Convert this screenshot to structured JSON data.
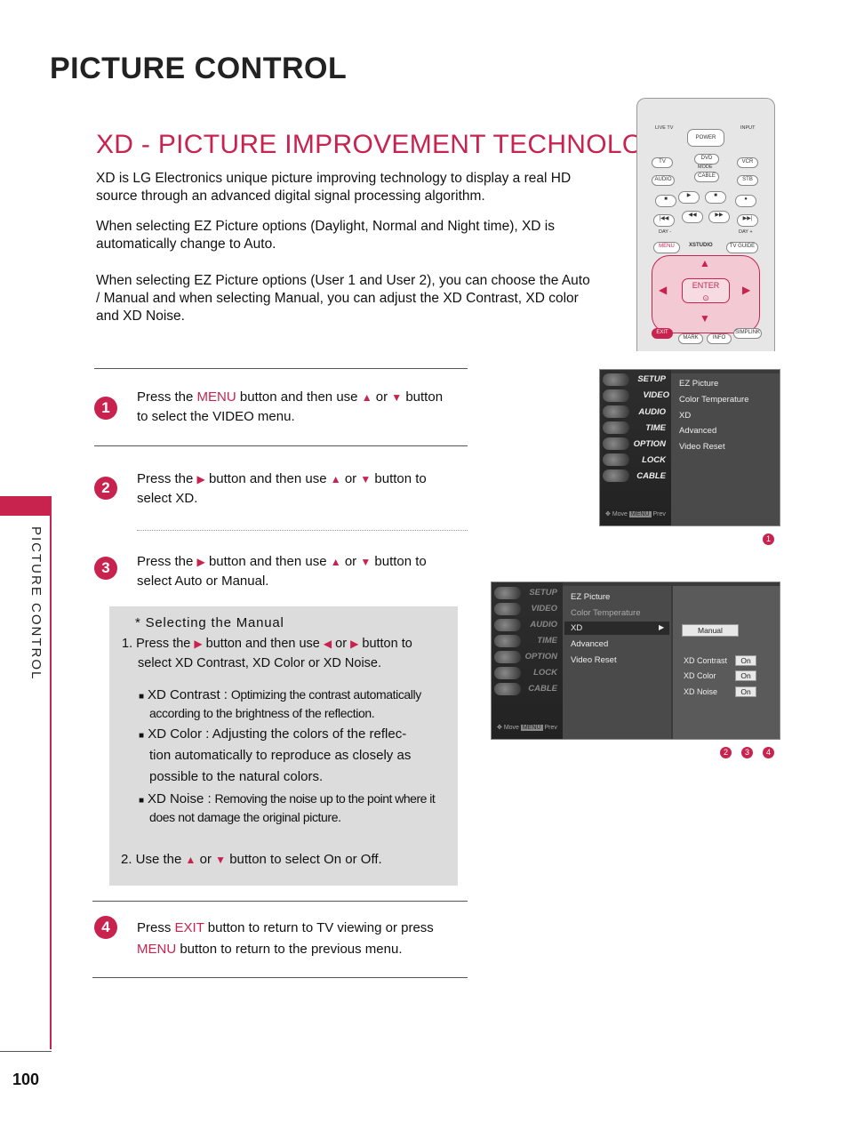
{
  "header": {
    "title": "PICTURE CONTROL"
  },
  "section": {
    "title": "XD - PICTURE IMPROVEMENT TECHNOLOGY"
  },
  "intro": {
    "p1": "XD is LG Electronics unique picture improving technology to display a real HD source through an advanced digital signal processing algorithm.",
    "p2": "When selecting EZ Picture options (Daylight, Normal and Night time), XD is automatically change to Auto.",
    "p3": "When selecting EZ Picture options (User 1 and User 2), you can choose the Auto / Manual and when selecting Manual, you can adjust the XD Contrast, XD color and XD Noise."
  },
  "sidebar": {
    "label": "PICTURE CONTROL"
  },
  "steps": {
    "s1": {
      "num": "1",
      "a": "Press the",
      "menu": "MENU",
      "b": "button and then use",
      "or": "or",
      "c": "button",
      "d": "to select the",
      "video": "VIDEO",
      "e": "menu."
    },
    "s2": {
      "num": "2",
      "a": "Press the",
      "b": "button and then use",
      "or": "or",
      "c": "button to",
      "d": "select",
      "xd": "XD",
      "e": "."
    },
    "s3": {
      "num": "3",
      "a": "Press the",
      "b": "button and then use",
      "or": "or",
      "c": "button to",
      "d": "select",
      "auto": "Auto",
      "or2": "or",
      "manual": "Manual",
      "e": "."
    },
    "s4": {
      "num": "4",
      "a": "Press",
      "exit": "EXIT",
      "b": "button to return to TV viewing or press",
      "menu": "MENU",
      "c": "button to return to the previous menu."
    }
  },
  "note": {
    "title": "* Selecting the Manual",
    "l1a": "1. Press the",
    "l1b": "button and then use",
    "l1or": "or",
    "l1c": "button to",
    "l2a": "select",
    "l2b": "XD Contrast, XD Color",
    "l2or": "or",
    "l2c": "XD Noise",
    "l2d": ".",
    "contrast_label": "XD Contrast :",
    "contrast_text1": "Optimizing the contrast automatically",
    "contrast_text2": "according to the brightness of the reflection.",
    "color_label": "XD Color :",
    "color_text1": "Adjusting the colors of the reflec-",
    "color_text2": "tion automatically to reproduce as closely as",
    "color_text3": "possible to the natural colors.",
    "noise_label": "XD Noise :",
    "noise_text1": "Removing the noise up to the point where it",
    "noise_text2": "does not damage the original picture.",
    "use_a": "2. Use the",
    "use_or": "or",
    "use_b": "button to select",
    "on": "On",
    "use_or2": "or",
    "off": "Off",
    "use_c": "."
  },
  "remote": {
    "live_tv": "LIVE TV",
    "input": "INPUT",
    "power": "POWER",
    "tv": "TV",
    "dvd": "DVD",
    "vcr": "VCR",
    "mode": "MODE",
    "audio": "AUDIO",
    "cable": "CABLE",
    "stb": "STB",
    "day_minus": "DAY -",
    "day_plus": "DAY +",
    "menu": "MENU",
    "xstudio": "XSTUDIO",
    "tv_guide": "TV GUIDE",
    "enter": "ENTER",
    "exit": "EXIT",
    "mark": "MARK",
    "info": "INFO",
    "simplink": "SIMPLINK"
  },
  "osd1": {
    "items": [
      "SETUP",
      "VIDEO",
      "AUDIO",
      "TIME",
      "OPTION",
      "LOCK",
      "CABLE"
    ],
    "options": [
      "EZ Picture",
      "Color Temperature",
      "XD",
      "Advanced",
      "Video Reset"
    ],
    "move": "Move",
    "menu": "MENU",
    "prev": "Prev",
    "badge": "1"
  },
  "osd2": {
    "items": [
      "SETUP",
      "VIDEO",
      "AUDIO",
      "TIME",
      "OPTION",
      "LOCK",
      "CABLE"
    ],
    "options": [
      "EZ Picture",
      "Color Temperature",
      "XD",
      "Advanced",
      "Video Reset"
    ],
    "manual": "Manual",
    "settings": [
      {
        "label": "XD Contrast",
        "value": "On"
      },
      {
        "label": "XD Color",
        "value": "On"
      },
      {
        "label": "XD Noise",
        "value": "On"
      }
    ],
    "move": "Move",
    "menu": "MENU",
    "prev": "Prev",
    "badges": [
      "2",
      "3",
      "4"
    ]
  },
  "footer": {
    "page": "100"
  }
}
